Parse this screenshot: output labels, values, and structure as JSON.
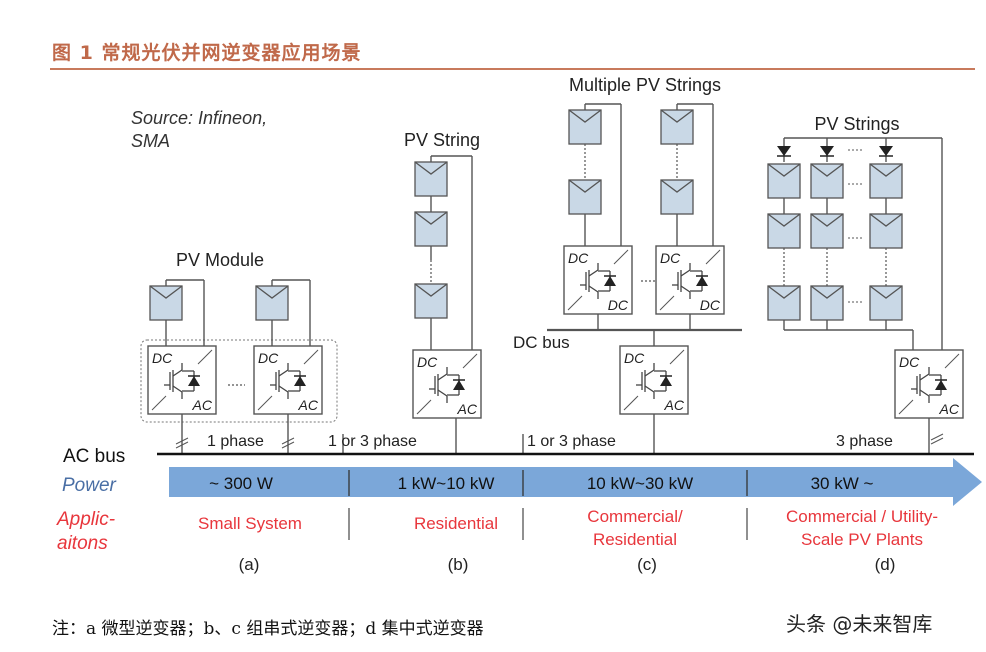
{
  "figure": {
    "title": "图 1  常规光伏并网逆变器应用场景",
    "source_line1": "Source: Infineon,",
    "source_line2": "SMA",
    "note": "注：a 微型逆变器；b、c 组串式逆变器；d 集中式逆变器",
    "watermark": "头条 @未来智库",
    "accent_color": "#c0694a",
    "arrow_color": "#7ba7d9",
    "module_fill": "#c9d8e6",
    "application_color": "#e8363c",
    "power_label_color": "#4a6fa5"
  },
  "row_labels": {
    "ac_bus": "AC bus",
    "power": "Power",
    "applications_line1": "Applic-",
    "applications_line2": "aitons"
  },
  "converter_labels": {
    "dc": "DC",
    "ac": "AC"
  },
  "sections": [
    {
      "id": "a",
      "heading": "PV Module",
      "power": "~ 300 W",
      "application": "Small System",
      "application_line2": "",
      "phase": "1 phase",
      "letter": "(a)"
    },
    {
      "id": "b",
      "heading": "PV String",
      "power": "1 kW~10 kW",
      "application": "Residential",
      "application_line2": "",
      "phase": "1 or 3 phase",
      "letter": "(b)"
    },
    {
      "id": "c",
      "heading": "Multiple PV Strings",
      "power": "10 kW~30 kW",
      "application": "Commercial/",
      "application_line2": "Residential",
      "phase": "1 or 3 phase",
      "letter": "(c)",
      "dc_bus_label": "DC bus"
    },
    {
      "id": "d",
      "heading": "PV Strings",
      "power": "30 kW ~",
      "application": "Commercial / Utility-",
      "application_line2": "Scale PV Plants",
      "phase": "3 phase",
      "letter": "(d)"
    }
  ]
}
